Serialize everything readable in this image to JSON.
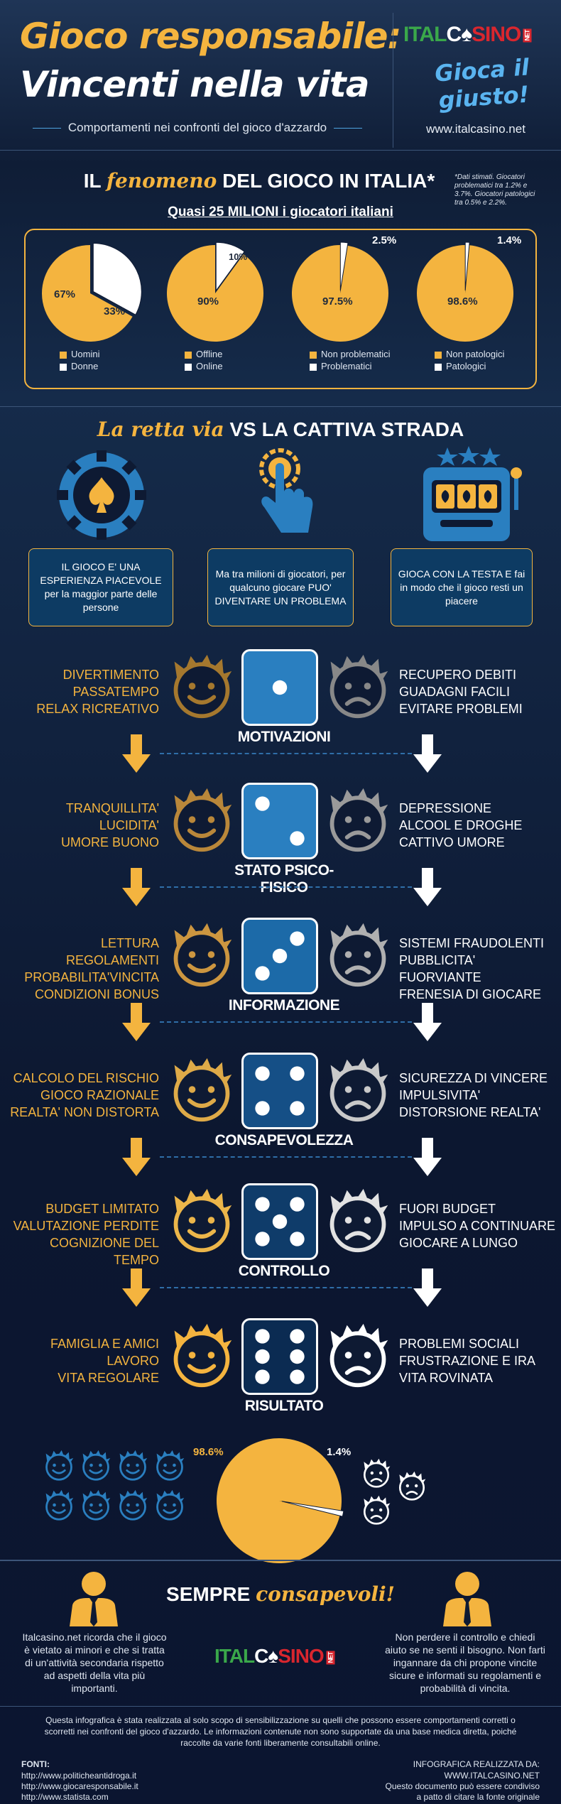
{
  "header": {
    "title_line1": "Gioco responsabile:",
    "title_line2": "Vincenti nella vita",
    "subtitle": "Comportamenti nei confronti del gioco d'azzardo",
    "logo": {
      "part1": "ITAL",
      "part2": "C",
      "part3": "SINO",
      "net": "NET"
    },
    "slogan_line1": "Gioca il",
    "slogan_line2": "giusto!",
    "site": "www.italcasino.net"
  },
  "fenomeno": {
    "title_pre": "IL",
    "title_em": "fenomeno",
    "title_post": "DEL GIOCO IN ITALIA*",
    "note": "*Dati stimati. Giocatori problematici tra 1.2% e 3.7%. Giocatori patologici tra 0.5% e 2.2%.",
    "subtitle": "Quasi 25 MILIONI i giocatori italiani",
    "pies": [
      {
        "main_label": "67%",
        "other_label": "33%",
        "main": 67,
        "legend_main": "Uomini",
        "legend_other": "Donne"
      },
      {
        "main_label": "90%",
        "other_label": "10%",
        "main": 90,
        "legend_main": "Offline",
        "legend_other": "Online"
      },
      {
        "main_label": "97.5%",
        "other_label": "2.5%",
        "main": 97.5,
        "legend_main": "Non problematici",
        "legend_other": "Problematici"
      },
      {
        "main_label": "98.6%",
        "other_label": "1.4%",
        "main": 98.6,
        "legend_main": "Non patologici",
        "legend_other": "Patologici"
      }
    ]
  },
  "retta": {
    "title_em": "La retta via",
    "title_post": "VS LA CATTIVA STRADA",
    "card1": "IL GIOCO E' UNA ESPERIENZA PIACEVOLE per la maggior parte delle persone",
    "card2": "Ma tra milioni di giocatori, per qualcuno giocare PUO' DIVENTARE UN PROBLEMA",
    "card3": "GIOCA CON LA TESTA E fai in modo che il gioco resti un piacere"
  },
  "rows": [
    {
      "label": "MOTIVAZIONI",
      "left": [
        "DIVERTIMENTO",
        "PASSATEMPO",
        "RELAX RICREATIVO"
      ],
      "right": [
        "RECUPERO DEBITI",
        "GUADAGNI FACILI",
        "EVITARE PROBLEMI"
      ],
      "pips": 1
    },
    {
      "label": "STATO PSICO-FISICO",
      "left": [
        "TRANQUILLITA'",
        "LUCIDITA'",
        "UMORE BUONO"
      ],
      "right": [
        "DEPRESSIONE",
        "ALCOOL E DROGHE",
        "CATTIVO UMORE"
      ],
      "pips": 2
    },
    {
      "label": "INFORMAZIONE",
      "left": [
        "LETTURA REGOLAMENTI",
        "PROBABILITA'VINCITA",
        "CONDIZIONI BONUS"
      ],
      "right": [
        "SISTEMI FRAUDOLENTI",
        "PUBBLICITA' FUORVIANTE",
        "FRENESIA DI GIOCARE"
      ],
      "pips": 3
    },
    {
      "label": "CONSAPEVOLEZZA",
      "left": [
        "CALCOLO DEL RISCHIO",
        "GIOCO RAZIONALE",
        "REALTA' NON DISTORTA"
      ],
      "right": [
        "SICUREZZA DI VINCERE",
        "IMPULSIVITA'",
        "DISTORSIONE REALTA'"
      ],
      "pips": 4
    },
    {
      "label": "CONTROLLO",
      "left": [
        "BUDGET LIMITATO",
        "VALUTAZIONE PERDITE",
        "COGNIZIONE DEL TEMPO"
      ],
      "right": [
        "FUORI BUDGET",
        "IMPULSO A CONTINUARE",
        "GIOCARE A LUNGO"
      ],
      "pips": 5
    },
    {
      "label": "RISULTATO",
      "left": [
        "FAMIGLIA E AMICI",
        "LAVORO",
        "VITA REGOLARE"
      ],
      "right": [
        "PROBLEMI SOCIALI",
        "FRUSTRAZIONE E IRA",
        "VITA ROVINATA"
      ],
      "pips": 6
    }
  ],
  "bottom_pie": {
    "main_label": "98.6%",
    "other_label": "1.4%",
    "main": 98.6
  },
  "footer": {
    "title_pre": "SEMPRE",
    "title_em": "consapevoli!",
    "left_text": "Italcasino.net ricorda che il gioco è vietato ai minori e che si tratta di un'attività secondaria rispetto ad aspetti della vita più importanti.",
    "right_text": "Non perdere il controllo e chiedi aiuto se ne senti il bisogno. Non farti ingannare da chi propone vincite sicure e informati su regolamenti e probabilità di vincita.",
    "disclaimer": "Questa infografica è stata realizzata al solo scopo di sensibilizzazione su quelli che possono essere comportamenti corretti o scorretti nei confronti del gioco d'azzardo. Le informazioni contenute non sono supportate da una base medica diretta, poiché raccolte da varie fonti liberamente consultabili online.",
    "fonti_title": "FONTI:",
    "fonti": [
      "http://www.politicheantidroga.it",
      "http://www.giocaresponsabile.it",
      "http://www.statista.com"
    ],
    "credit_title": "INFOGRAFICA REALIZZATA DA:",
    "credit_site": "WWW.ITALCASINO.NET",
    "credit_line1": "Questo documento può essere condiviso",
    "credit_line2": "a patto di citare la fonte originale"
  },
  "colors": {
    "orange": "#f4b43f",
    "blue": "#2a7fc0",
    "white": "#ffffff",
    "navy": "#0e1a33"
  }
}
